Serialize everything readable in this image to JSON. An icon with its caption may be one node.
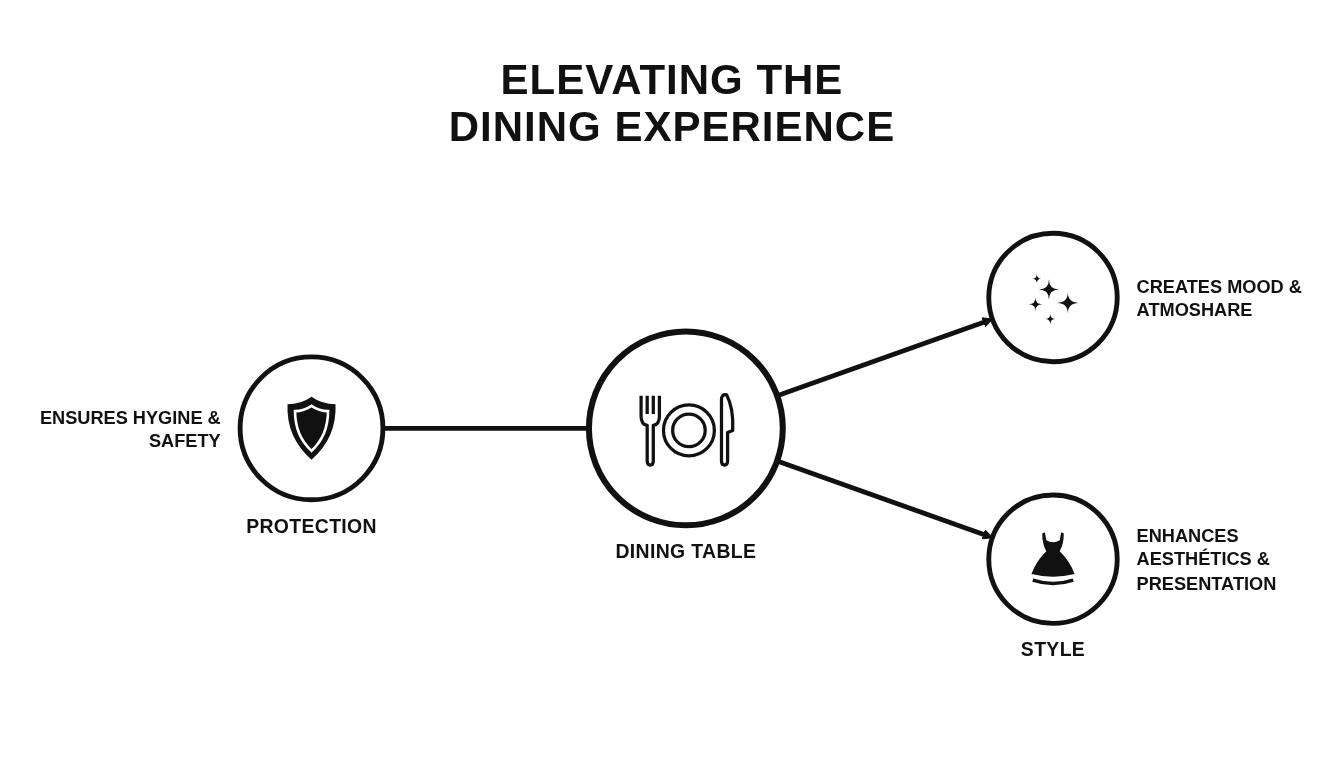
{
  "diagram": {
    "title": "ELEVATING THE DINING EXPERIENCE",
    "nodes": [
      {
        "text": [
          "PROTECTION"
        ],
        "beside": [
          "ENSURES HYGINE & SAFETY"
        ]
      },
      {
        "text": [
          "DINING TABLE"
        ]
      },
      {
        "text": [],
        "shape": "circle",
        "beside": [
          "CREATES MOOD & ATMOSHARE"
        ]
      },
      {
        "text": [
          "STYLE"
        ],
        "beside": [
          "ENHANCES AESTHÉTICS & PRESENTATION"
        ]
      }
    ],
    "edges": [
      {
        "from": 0,
        "to": 1,
        "arrow": "none"
      },
      {
        "from": 1,
        "to": 2,
        "arrow": "to"
      },
      {
        "from": 1,
        "to": 3,
        "arrow": "to"
      }
    ]
  }
}
